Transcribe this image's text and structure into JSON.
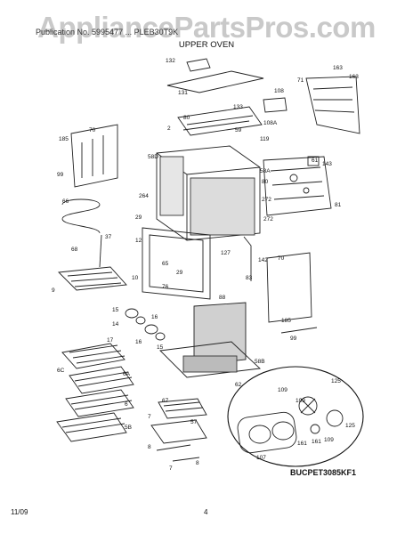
{
  "watermark": "AppliancePartsPros.com",
  "header_text": "Publication No. 5995477 ... PLEB30T9K",
  "section_title": "UPPER OVEN",
  "diagram_code": "BUCPET3085KF1",
  "footer": {
    "date": "11/09",
    "page": "4"
  },
  "callouts": [
    "132",
    "131",
    "163",
    "163",
    "71",
    "108",
    "108A",
    "133",
    "80",
    "2",
    "59",
    "119",
    "70",
    "185",
    "58D",
    "61",
    "143",
    "58A",
    "99",
    "80",
    "264",
    "66",
    "272",
    "81",
    "29",
    "272",
    "12",
    "37",
    "68",
    "127",
    "142",
    "65",
    "70",
    "29",
    "88",
    "10",
    "76",
    "83",
    "9",
    "185",
    "15",
    "16",
    "14",
    "17",
    "16",
    "99",
    "6C",
    "15",
    "58B",
    "6A",
    "62",
    "67",
    "109",
    "125",
    "6",
    "109",
    "5B",
    "7",
    "57",
    "161",
    "8",
    "109",
    "161",
    "125",
    "107",
    "7",
    "8"
  ]
}
